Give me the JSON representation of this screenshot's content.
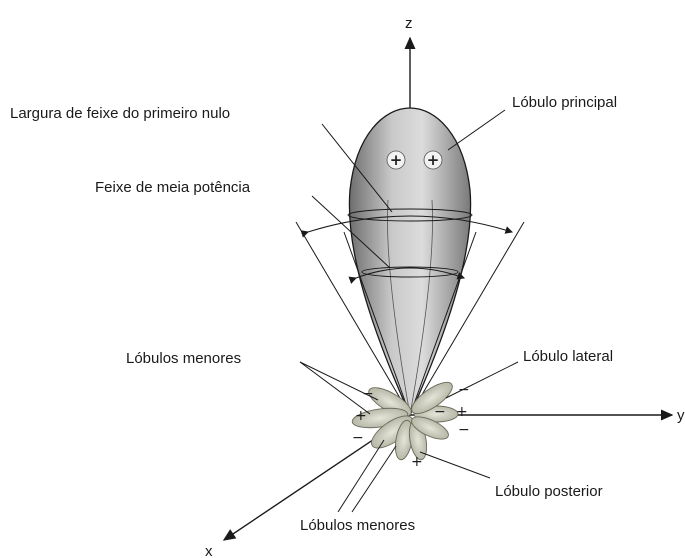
{
  "axes": {
    "z": "z",
    "y": "y",
    "x": "x"
  },
  "labels": {
    "first_null_beamwidth": "Largura de feixe do primeiro nulo",
    "main_lobe": "Lóbulo principal",
    "half_power_beam": "Feixe de meia potência",
    "minor_lobes_left": "Lóbulos menores",
    "side_lobe": "Lóbulo lateral",
    "back_lobe": "Lóbulo posterior",
    "minor_lobes_bottom": "Lóbulos menores"
  },
  "signs": {
    "main_left": "+",
    "main_right": "+",
    "plus": "+",
    "minus": "−"
  },
  "colors": {
    "lobe_fill": "#9a9a9a",
    "minor_lobe_fill": "#c4c4b4",
    "line": "#1a1a1a"
  }
}
